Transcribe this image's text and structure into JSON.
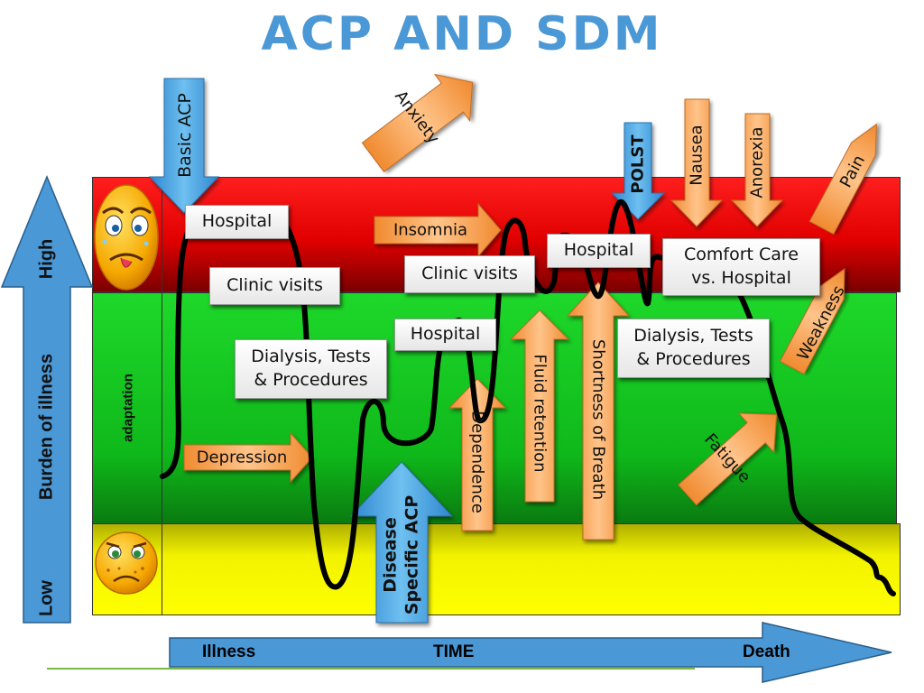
{
  "title": "ACP  AND  SDM",
  "y_axis": {
    "low": "Low",
    "label": "Burden of illness",
    "high": "High"
  },
  "x_axis": {
    "start": "Illness",
    "middle": "TIME",
    "end": "Death"
  },
  "zones": {
    "middle": "adaptation"
  },
  "events": {
    "hospital_1": "Hospital",
    "clinic_1": "Clinic visits",
    "dialysis_1": "Dialysis, Tests\n& Procedures",
    "hospital_2": "Hospital",
    "clinic_2": "Clinic visits",
    "hospital_3": "Hospital",
    "comfort": "Comfort Care\nvs. Hospital",
    "dialysis_2": "Dialysis, Tests\n& Procedures"
  },
  "symptoms": {
    "anxiety": "Anxiety",
    "insomnia": "Insomnia",
    "depression": "Depression",
    "dependence": "Dependence",
    "fluid": "Fluid retention",
    "sob": "Shortness of Breath",
    "nausea": "Nausea",
    "anorexia": "Anorexia",
    "pain": "Pain",
    "weakness": "Weakness",
    "fatigue": "Fatigue"
  },
  "planning": {
    "basic_acp": "Basic  ACP",
    "polst": "POLST",
    "disease_acp_1": "Disease",
    "disease_acp_2": "Specific ACP"
  },
  "colors": {
    "title": "#4a98d6",
    "high_burden": "#e00000",
    "adaptation": "#10c020",
    "low_burden": "#ffff00",
    "symptom_arrow": "#f5a050",
    "planning_arrow": "#4aa6e0",
    "axis_arrow": "#4a98d6"
  },
  "icons": {
    "distressed": "sick-face-icon",
    "mild": "unwell-face-icon"
  }
}
